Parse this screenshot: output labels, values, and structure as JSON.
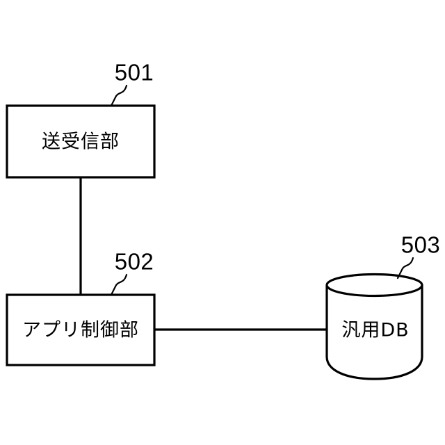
{
  "figure": {
    "type": "patent-block-diagram",
    "background_color": "#ffffff",
    "line_color": "#000000",
    "nodes": [
      {
        "id": "transceiver",
        "shape": "rectangle",
        "label": "送受信部",
        "ref_number": "501"
      },
      {
        "id": "app-controller",
        "shape": "rectangle",
        "label": "アプリ制御部",
        "ref_number": "502"
      },
      {
        "id": "general-db",
        "shape": "cylinder",
        "label": "汎用DB",
        "ref_number": "503"
      }
    ],
    "connections": [
      {
        "from": "transceiver",
        "to": "app-controller",
        "orientation": "vertical"
      },
      {
        "from": "app-controller",
        "to": "general-db",
        "orientation": "horizontal"
      }
    ]
  }
}
